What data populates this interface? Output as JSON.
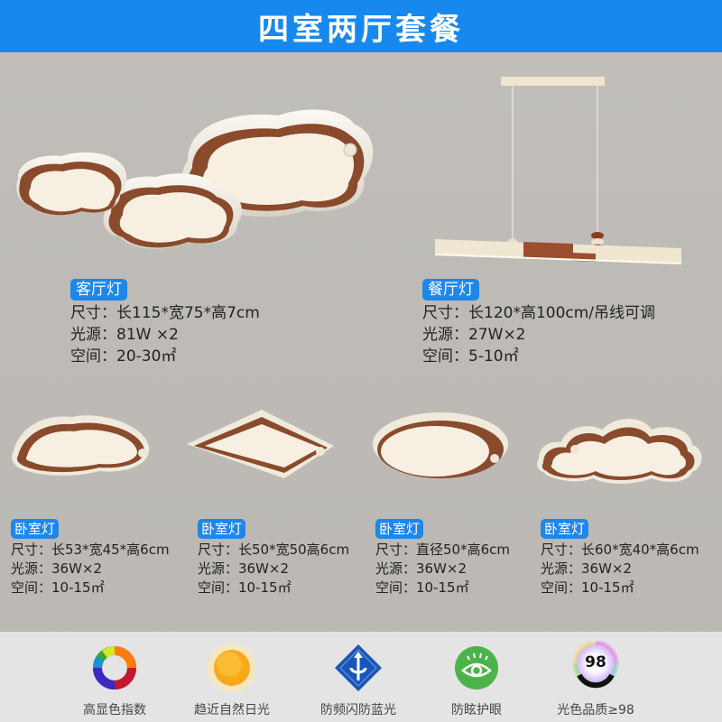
{
  "header": {
    "title": "四室两厅套餐",
    "bg_color": "#1789ee"
  },
  "products": {
    "living_room": {
      "badge": "客厅灯",
      "size": "尺寸：长115*宽75*高7cm",
      "power": "光源：81W ×2",
      "area": "空间：20-30㎡"
    },
    "dining_room": {
      "badge": "餐厅灯",
      "size": "尺寸：长120*高100cm/吊线可调",
      "power": "光源：27W×2",
      "area": "空间：5-10㎡"
    },
    "bedroom_1": {
      "badge": "卧室灯",
      "size": "尺寸：长53*宽45*高6cm",
      "power": "光源：36W×2",
      "area": "空间：10-15㎡"
    },
    "bedroom_2": {
      "badge": "卧室灯",
      "size": "尺寸：长50*宽50高6cm",
      "power": "光源：36W×2",
      "area": "空间：10-15㎡"
    },
    "bedroom_3": {
      "badge": "卧室灯",
      "size": "尺寸：直径50*高6cm",
      "power": "光源：36W×2",
      "area": "空间：10-15㎡"
    },
    "bedroom_4": {
      "badge": "卧室灯",
      "size": "尺寸：长60*宽40*高6cm",
      "power": "光源：36W×2",
      "area": "空间：10-15㎡"
    }
  },
  "features": [
    {
      "icon": "color-wheel-icon",
      "label": "高显色指数"
    },
    {
      "icon": "sun-icon",
      "label": "趋近自然日光"
    },
    {
      "icon": "anti-flicker-diamond-icon",
      "label": "防频闪防蓝光"
    },
    {
      "icon": "eye-icon",
      "label": "防眩护眼"
    },
    {
      "icon": "color-quality-98-icon",
      "label": "光色品质≥98",
      "badge_value": "98"
    }
  ],
  "colors": {
    "accent_blue": "#1f86ea",
    "lamp_white": "#f3ece0",
    "lamp_brown": "#8a4a2c",
    "background_gray": "#bebbb6",
    "footer_gray": "#e4e4e4"
  }
}
